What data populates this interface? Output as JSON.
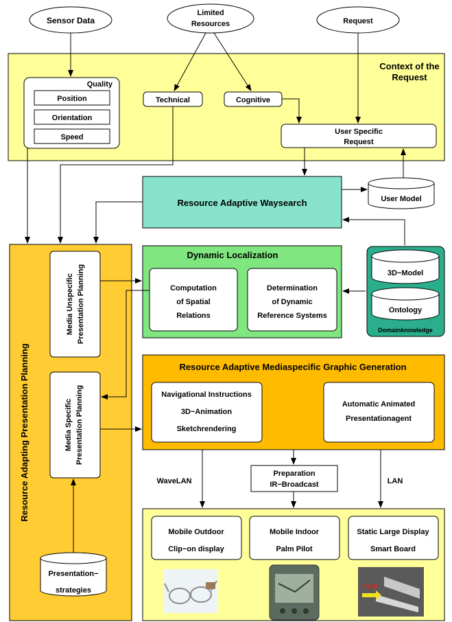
{
  "inputs": {
    "sensor_data": "Sensor Data",
    "limited_resources": [
      "Limited",
      "Resources"
    ],
    "request": "Request"
  },
  "context": {
    "title": [
      "Context of the",
      "Request"
    ],
    "quality": "Quality",
    "position": "Position",
    "orientation": "Orientation",
    "speed": "Speed",
    "technical": "Technical",
    "cognitive": "Cognitive",
    "user_specific_request": [
      "User Specific",
      "Request"
    ]
  },
  "waysearch": "Resource Adaptive Waysearch",
  "user_model": "User Model",
  "planning": {
    "title": "Resource Adapting Presentation Planning",
    "media_unspecific": [
      "Media Unspecific",
      "Presentation Planning"
    ],
    "media_specific": [
      "Media Specific",
      "Presentation Planning"
    ],
    "strategies": [
      "Presentation−",
      "strategies"
    ]
  },
  "localization": {
    "title": "Dynamic Localization",
    "spatial": [
      "Computation",
      "of Spatial",
      "Relations"
    ],
    "reference": [
      "Determination",
      "of Dynamic",
      "Reference Systems"
    ]
  },
  "domain": {
    "model_3d": "3D−Model",
    "ontology": "Ontology",
    "label": "Domainknowledge"
  },
  "graphics": {
    "title": "Resource Adaptive Mediaspecific Graphic Generation",
    "left": [
      "Navigational Instructions",
      "3D−Animation",
      "Sketchrendering"
    ],
    "right": [
      "Automatic Animated",
      "Presentationagent"
    ]
  },
  "links": {
    "wavelan": "WaveLAN",
    "preparation": [
      "Preparation",
      "IR−Broadcast"
    ],
    "lan": "LAN"
  },
  "devices": {
    "outdoor": [
      "Mobile Outdoor",
      "Clip−on display"
    ],
    "indoor": [
      "Mobile Indoor",
      "Palm Pilot"
    ],
    "static": [
      "Static Large Display",
      "Smart Board"
    ]
  },
  "colors": {
    "context_yellow": "#FFFF99",
    "planning_yellow": "#FFCC33",
    "graphics_orange": "#FFBB00",
    "devices_yellow": "#FFFF99",
    "waysearch_teal": "#88E3CC",
    "localization_green": "#80E680",
    "domain_teal": "#2AAE8C"
  }
}
